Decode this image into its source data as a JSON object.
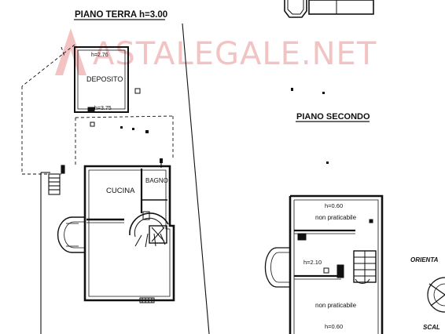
{
  "watermark": {
    "text": "ASTALEGALE.NET",
    "color": "#f2b8b8"
  },
  "ground_floor": {
    "title": "PIANO TERRA h=3.00",
    "deposito_label": "DEPOSITO",
    "deposito_height": "h=2.76",
    "walkway_height": "h=3.75",
    "kitchen_label": "CUCINA",
    "bathroom_label": "BAGNO"
  },
  "second_floor": {
    "title": "PIANO SECONDO",
    "top_height": "h=0.60",
    "top_room_label": "non praticabile",
    "mid_height": "h=2.10",
    "bottom_room_label": "non praticabile",
    "bottom_height": "h=0.60"
  },
  "side_labels": {
    "orientation": "ORIENTA",
    "scale": "SCAL"
  },
  "colors": {
    "ink": "#111111",
    "paper": "#ffffff"
  }
}
